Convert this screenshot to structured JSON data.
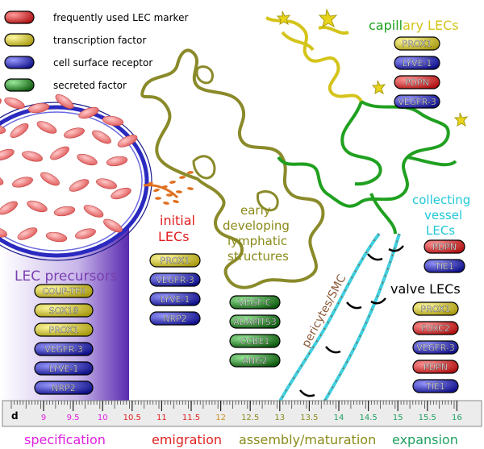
{
  "legend": [
    {
      "label": "frequently used LEC marker",
      "kind": "marker"
    },
    {
      "label": "transcription factor",
      "kind": "tf"
    },
    {
      "label": "cell surface receptor",
      "kind": "receptor"
    },
    {
      "label": "secreted factor",
      "kind": "secreted"
    }
  ],
  "colors": {
    "marker": "#d9302c",
    "tf": "#c9c21a",
    "receptor": "#1a1aa8",
    "secreted": "#1f7a1f",
    "precursor_label": "#7a3fb0",
    "initial_label": "#e02020",
    "early_label": "#8a8a1a",
    "capillary_green": "#20a020",
    "capillary_yellow": "#d4c41a",
    "collecting_label": "#20c8d8",
    "valve_label": "#000000",
    "pericytes_label": "#8a5a3a",
    "specification": "#e020e0",
    "emigration": "#e02020",
    "assembly": "#8a8a1a",
    "expansion": "#20a060"
  },
  "groups": {
    "precursors": {
      "title": "LEC precursors",
      "pills": [
        {
          "text": "COUP-TFII",
          "kind": "tf"
        },
        {
          "text": "SOX18",
          "kind": "tf"
        },
        {
          "text": "PROX1",
          "kind": "tf"
        },
        {
          "text": "VEGFR-3",
          "kind": "receptor"
        },
        {
          "text": "LYVE-1",
          "kind": "receptor"
        },
        {
          "text": "NRP2",
          "kind": "receptor"
        }
      ]
    },
    "initial": {
      "title_line1": "initial",
      "title_line2": "LECs",
      "pills": [
        {
          "text": "PROX1",
          "kind": "tf"
        },
        {
          "text": "VEGFR-3",
          "kind": "receptor"
        },
        {
          "text": "LYVE-1",
          "kind": "receptor"
        },
        {
          "text": "NRP2",
          "kind": "receptor"
        }
      ]
    },
    "early": {
      "title_lines": [
        "early",
        "developing",
        "lymphatic",
        "structures"
      ],
      "pills": [
        {
          "text": "VEGF-C",
          "kind": "secreted"
        },
        {
          "text": "ADAMTS3",
          "kind": "secreted"
        },
        {
          "text": "CCBE1",
          "kind": "secreted"
        },
        {
          "text": "ANG2",
          "kind": "secreted"
        }
      ]
    },
    "capillary": {
      "title_part1": "capill",
      "title_part2": "ary",
      "title_part3": " LECs",
      "pills": [
        {
          "text": "PROX1",
          "kind": "tf"
        },
        {
          "text": "LYVE-1",
          "kind": "receptor"
        },
        {
          "text": "PDPN",
          "kind": "marker"
        },
        {
          "text": "VEGFR-3",
          "kind": "receptor"
        }
      ]
    },
    "collecting": {
      "title_lines": [
        "collecting",
        "vessel",
        "LECs"
      ],
      "pills": [
        {
          "text": "PDPN",
          "kind": "marker"
        },
        {
          "text": "TIE1",
          "kind": "receptor"
        }
      ]
    },
    "valve": {
      "title": "valve LECs",
      "pills": [
        {
          "text": "PROX1",
          "kind": "tf"
        },
        {
          "text": "FOXC2",
          "kind": "marker"
        },
        {
          "text": "VEGFR-3",
          "kind": "receptor"
        },
        {
          "text": "PDPN",
          "kind": "marker"
        },
        {
          "text": "TIE1",
          "kind": "receptor"
        }
      ]
    }
  },
  "pericytes_label": "pericytes/SMC",
  "ruler": {
    "unit_label": "d",
    "ticks": [
      {
        "label": "9",
        "color": "#e020e0"
      },
      {
        "label": "9.5",
        "color": "#e020e0"
      },
      {
        "label": "10",
        "color": "#e020e0"
      },
      {
        "label": "10.5",
        "color": "#e02020"
      },
      {
        "label": "11",
        "color": "#e02020"
      },
      {
        "label": "11.5",
        "color": "#e02020"
      },
      {
        "label": "12",
        "color": "#c89020"
      },
      {
        "label": "12.5",
        "color": "#8a8a1a"
      },
      {
        "label": "13",
        "color": "#8a8a1a"
      },
      {
        "label": "13.5",
        "color": "#8a8a1a"
      },
      {
        "label": "14",
        "color": "#20a060"
      },
      {
        "label": "14.5",
        "color": "#20a060"
      },
      {
        "label": "15",
        "color": "#20a060"
      },
      {
        "label": "15.5",
        "color": "#20a060"
      },
      {
        "label": "16",
        "color": "#20a060"
      }
    ]
  },
  "stages": [
    {
      "label": "specification",
      "color": "#e020e0"
    },
    {
      "label": "emigration",
      "color": "#e02020"
    },
    {
      "label": "assembly/maturation",
      "color": "#8a8a1a"
    },
    {
      "label": "expansion",
      "color": "#20a060"
    }
  ]
}
